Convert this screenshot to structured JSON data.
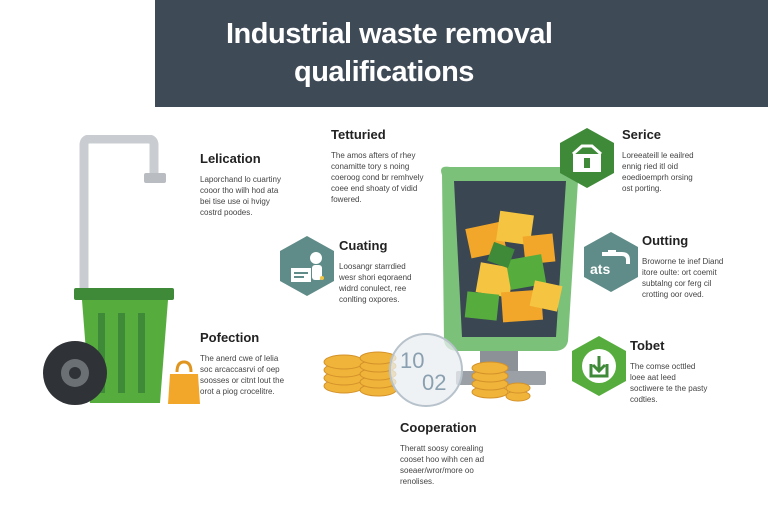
{
  "title": {
    "line1": "Industrial waste removal",
    "line2": "qualifications"
  },
  "sections": {
    "lelication": {
      "heading": "Lelication",
      "body": "Laporchand lo cuartiny\ncooor tho wilh hod ata\nbei tise use oi hvigy\ncostrd poodes."
    },
    "tetturied": {
      "heading": "Tetturied",
      "body": "The amos afters of rhey\nconamitte tory s noing\ncoeroog cond br remhvely\ncoee end shoaty of vidid\nfowered."
    },
    "coating": {
      "heading": "Cuating",
      "body": "Loosangr starrdied\nwesr shori eqoraend\nwidrd conulect, ree\nconlting oxpores."
    },
    "pofection": {
      "heading": "Pofection",
      "body": "The anerd cwe of lelia\nsoc arcaccasrvi of oep\nsoosses or citnt lout the\norot a piog crocelitre."
    },
    "cooperation": {
      "heading": "Cooperation",
      "body": "Theratt soosy corealing\ncooset hoo wihh cen ad\nsoeaer/wror/more oo\nrenolises."
    },
    "serice": {
      "heading": "Serice",
      "body": "Loreeateill le eailred\nennig ried itl oid\neoedioemprh orsing\nost porting."
    },
    "outting": {
      "heading": "Outting",
      "body": "Broworne te inef Diand\nitore oulte: ort coemit\nsubtalng cor ferg cil\ncrotting oor oved."
    },
    "tobet": {
      "heading": "Tobet",
      "body": "The comse octtled\nloee aat leed\nsoctiwere te the pasty\ncodties."
    }
  },
  "icons": {
    "hex_coating": "chart-person-icon",
    "hex_serice": "box-icon",
    "hex_outting": "faucet-icon",
    "hex_tobet": "download-box-icon",
    "art_left": "wheeled-bin-icon",
    "art_center": "waste-hopper-icon",
    "art_coins": "coin-stacks-icon",
    "art_bag": "bag-icon",
    "hex_outting_label": "ats",
    "coins_label_top": "10",
    "coins_label_bottom": "02"
  },
  "colors": {
    "title_band": "#3f4a57",
    "green_dark": "#3f8a38",
    "green": "#56ad3e",
    "hex_teal": "#5f8c88",
    "cube_orange": "#f2a72a",
    "cube_yellow": "#f5c542",
    "coin_gold": "#f0b43a"
  }
}
